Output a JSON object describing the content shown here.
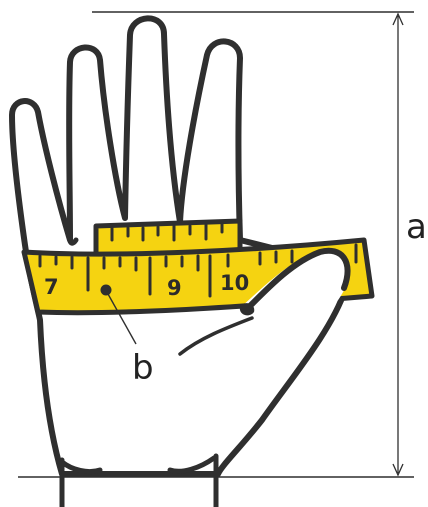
{
  "figure": {
    "labels": {
      "length": "a",
      "circumference": "b"
    },
    "tape": {
      "numbers": [
        "7",
        "9",
        "10"
      ],
      "color": "#f5d311",
      "outline": "#2f2f2f"
    },
    "ink": "#2f2f2f"
  }
}
